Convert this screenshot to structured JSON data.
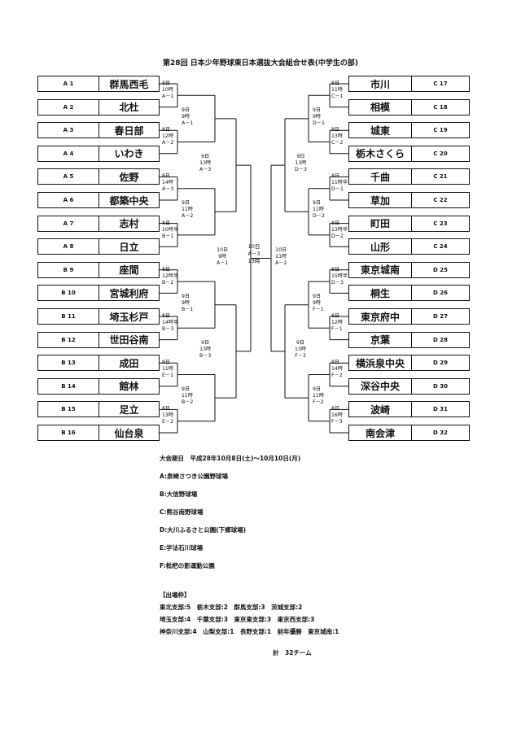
{
  "title": "第28回 日本少年野球東日本選抜大会組合せ表(中学生の部)",
  "left_teams": [
    {
      "code": "A 1",
      "name": "群馬西毛"
    },
    {
      "code": "A 2",
      "name": "北杜"
    },
    {
      "code": "A 3",
      "name": "春日部"
    },
    {
      "code": "A 4",
      "name": "いわき"
    },
    {
      "code": "A 5",
      "name": "佐野"
    },
    {
      "code": "A 6",
      "name": "都築中央"
    },
    {
      "code": "A 7",
      "name": "志村"
    },
    {
      "code": "A 8",
      "name": "日立"
    },
    {
      "code": "B 9",
      "name": "座間"
    },
    {
      "code": "B 10",
      "name": "宮城利府"
    },
    {
      "code": "B 11",
      "name": "埼玉杉戸"
    },
    {
      "code": "B 12",
      "name": "世田谷南"
    },
    {
      "code": "B 13",
      "name": "成田"
    },
    {
      "code": "B 14",
      "name": "館林"
    },
    {
      "code": "B 15",
      "name": "足立"
    },
    {
      "code": "B 16",
      "name": "仙台泉"
    }
  ],
  "right_teams": [
    {
      "code": "C 17",
      "name": "市川"
    },
    {
      "code": "C 18",
      "name": "相模"
    },
    {
      "code": "C 19",
      "name": "城東"
    },
    {
      "code": "C 20",
      "name": "栃木さくら"
    },
    {
      "code": "C 21",
      "name": "千曲"
    },
    {
      "code": "C 22",
      "name": "草加"
    },
    {
      "code": "C 23",
      "name": "町田"
    },
    {
      "code": "C 24",
      "name": "山形"
    },
    {
      "code": "D 25",
      "name": "東京城南"
    },
    {
      "code": "D 26",
      "name": "桐生"
    },
    {
      "code": "D 27",
      "name": "東京府中"
    },
    {
      "code": "D 28",
      "name": "京葉"
    },
    {
      "code": "D 29",
      "name": "横浜泉中央"
    },
    {
      "code": "D 30",
      "name": "深谷中央"
    },
    {
      "code": "D 31",
      "name": "波崎"
    },
    {
      "code": "D 32",
      "name": "南会津"
    }
  ],
  "left_r1": [
    {
      "date": "8日",
      "time": "10時",
      "venue": "A－1"
    },
    {
      "date": "8日",
      "time": "12時",
      "venue": "A－2"
    },
    {
      "date": "8日",
      "time": "14時",
      "venue": "A－3"
    },
    {
      "date": "8日",
      "time": "10時半",
      "venue": "B－1"
    },
    {
      "date": "8日",
      "time": "12時半",
      "venue": "B－2"
    },
    {
      "date": "8日",
      "time": "14時半",
      "venue": "B－3"
    },
    {
      "date": "8日",
      "time": "11時",
      "venue": "E－1"
    },
    {
      "date": "8日",
      "time": "13時",
      "venue": "E－2"
    }
  ],
  "left_r2": [
    {
      "date": "9日",
      "time": "9時",
      "venue": "A－1"
    },
    {
      "date": "9日",
      "time": "11時",
      "venue": "A－2"
    },
    {
      "date": "9日",
      "time": "9時",
      "venue": "B－1"
    },
    {
      "date": "9日",
      "time": "11時",
      "venue": "B－2"
    }
  ],
  "left_r3": [
    {
      "date": "9日",
      "time": "13時",
      "venue": "A－3"
    },
    {
      "date": "9日",
      "time": "13時",
      "venue": "B－3"
    }
  ],
  "left_semi": {
    "date": "10日",
    "time": "9時",
    "venue": "A－1"
  },
  "right_r1": [
    {
      "date": "8日",
      "time": "11時",
      "venue": "C－1"
    },
    {
      "date": "8日",
      "time": "13時",
      "venue": "C－2"
    },
    {
      "date": "8日",
      "time": "11時半",
      "venue": "D－1"
    },
    {
      "date": "8日",
      "time": "13時半",
      "venue": "D－2"
    },
    {
      "date": "8日",
      "time": "15時半",
      "venue": "D－3"
    },
    {
      "date": "8日",
      "time": "12時",
      "venue": "F－1"
    },
    {
      "date": "8日",
      "time": "14時",
      "venue": "F－2"
    },
    {
      "date": "8日",
      "time": "16時",
      "venue": "F－3"
    }
  ],
  "right_r2": [
    {
      "date": "9日",
      "time": "9時",
      "venue": "D－1"
    },
    {
      "date": "9日",
      "time": "11時",
      "venue": "D－2"
    },
    {
      "date": "9日",
      "time": "9時",
      "venue": "F－1"
    },
    {
      "date": "9日",
      "time": "11時",
      "venue": "F－2"
    }
  ],
  "right_r3": [
    {
      "date": "9日",
      "time": "13時",
      "venue": "D－3"
    },
    {
      "date": "9日",
      "time": "13時",
      "venue": "F－3"
    }
  ],
  "right_semi": {
    "date": "10日",
    "time": "11時",
    "venue": "A－2"
  },
  "final": {
    "date": "10日",
    "venue": "A－3",
    "time": "13時"
  },
  "schedule": "大会期日　平成28年10月8日(土)～10月10日(月)",
  "venues": [
    "A:泉崎さつき公園野球場",
    "B:大信野球場",
    "C:熊谷南野球場",
    "D:大川ふるさと公園(下郷球場)",
    "E:学法石川球場",
    "F:枇杷の影運動公園"
  ],
  "quota_heading": "【出場枠】",
  "quota_lines": [
    "東北支部:5　栃木支部:2　群馬支部:3　茨城支部:2",
    "埼玉支部:4　千葉支部:3　東京東支部:3　東京西支部:3",
    "神奈川支部:4　山梨支部:1　長野支部:1　前年優勝　東京城南:1"
  ],
  "total": "計　32チーム"
}
